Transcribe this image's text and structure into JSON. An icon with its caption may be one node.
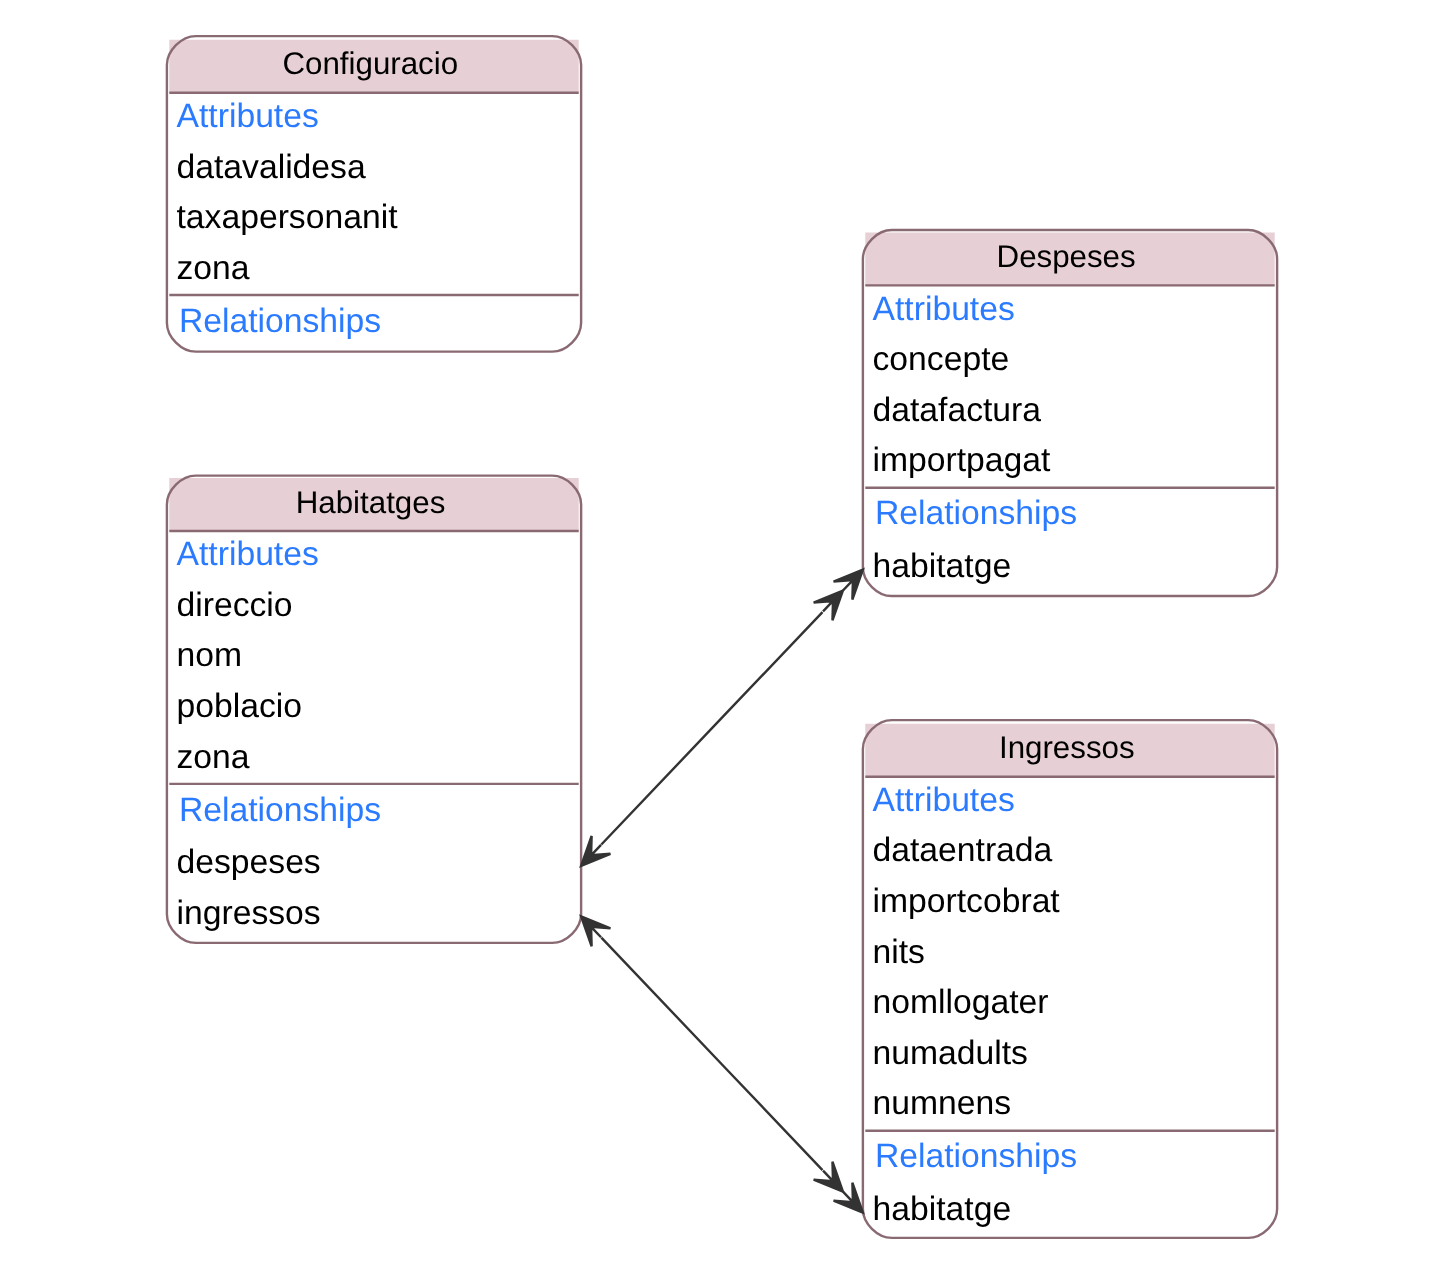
{
  "diagram": {
    "nodes": [
      {
        "text": [
          "Habitatges",
          "Attributes",
          "direccio",
          "nom",
          "poblacio",
          "zona",
          "Relationships",
          "despeses",
          "ingressos"
        ]
      },
      {
        "text": [
          "Despeses",
          "Attributes",
          "concepte",
          "datafactura",
          "importpagat",
          "Relationships",
          "habitatge"
        ]
      },
      {
        "text": [
          "Ingressos",
          "Attributes",
          "dataentrada",
          "importcobrat",
          "nits",
          "nomllogater",
          "numadults",
          "numnens",
          "Relationships",
          "habitatge"
        ]
      },
      {
        "text": [
          "Configuracio",
          "Attributes",
          "datavalidesa",
          "taxapersonanit",
          "zona",
          "Relationships"
        ]
      }
    ],
    "edges": [
      {
        "from": 0,
        "to": 1,
        "arrow": "both"
      },
      {
        "from": 0,
        "to": 2,
        "arrow": "both"
      }
    ]
  }
}
